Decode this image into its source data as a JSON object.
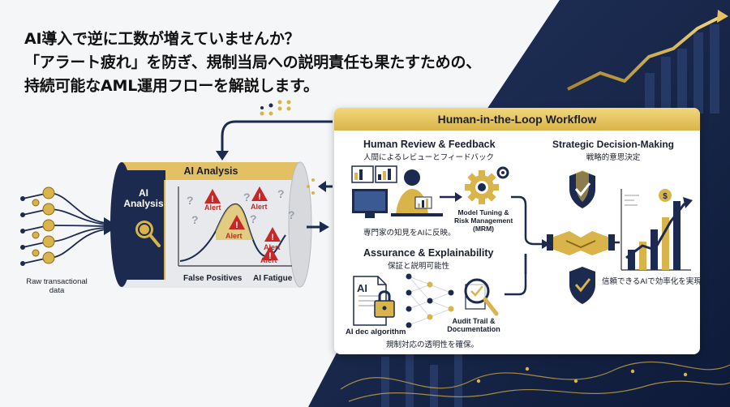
{
  "headline": [
    "AI導入で逆に工数が増えていませんか？",
    "「アラート疲れ」を防ぎ、規制当局への説明責任も果たすための、",
    "持続可能なAML運用フローを解説します。"
  ],
  "raw_data": {
    "label_line1": "Raw transactional",
    "label_line2": "data"
  },
  "ai_analysis": {
    "title": "AI Analysis",
    "side_label_line1": "AI",
    "side_label_line2": "Analysis",
    "alert_text": "Alert",
    "false_positives": "False Positives",
    "ai_fatigue": "AI Fatigue"
  },
  "workflow": {
    "title": "Human-in-the-Loop Workflow",
    "human_review": {
      "title": "Human Review & Feedback",
      "subtitle": "人間によるレビューとフィードバック",
      "caption": "専門家の知見をAIに反映。"
    },
    "model_tuning": {
      "line1": "Model Tuning &",
      "line2": "Risk Management",
      "line3": "(MRM)"
    },
    "strategic": {
      "title": "Strategic Decision-Making",
      "subtitle": "戦略的意思決定",
      "caption": "信頼できるAIで効率化を実現。"
    },
    "assurance": {
      "title": "Assurance & Explainability",
      "subtitle": "保証と説明可能性",
      "doc_label": "AI",
      "doc_caption": "AI dec algorithm",
      "audit_line1": "Audit Trail &",
      "audit_line2": "Documentation",
      "caption": "規制対応の透明性を確保。"
    }
  },
  "colors": {
    "navy": "#1b2a4e",
    "gold": "#d9b44a",
    "red": "#c62828",
    "accent_dark": "#0f1c3a"
  }
}
